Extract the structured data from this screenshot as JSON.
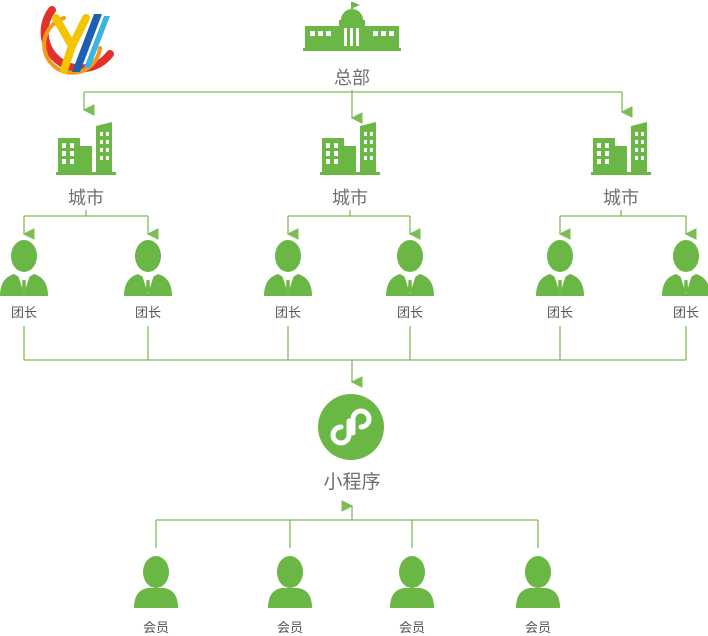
{
  "colors": {
    "accent": "#6ab745",
    "line": "#7cbd56",
    "text": "#6f6f6f",
    "logo_red": "#e0322c",
    "logo_yellow": "#f5c400",
    "logo_blue": "#1d5fb0"
  },
  "icons": {
    "logo": "brand-logo-icon",
    "headquarters": "government-building-icon",
    "city": "city-buildings-icon",
    "leader": "person-with-tie-icon",
    "miniprogram": "mini-program-icon",
    "member": "person-icon"
  },
  "headquarters": {
    "label": "总部"
  },
  "cities": [
    {
      "label": "城市",
      "leaders": [
        {
          "label": "团长"
        },
        {
          "label": "团长"
        }
      ]
    },
    {
      "label": "城市",
      "leaders": [
        {
          "label": "团长"
        },
        {
          "label": "团长"
        }
      ]
    },
    {
      "label": "城市",
      "leaders": [
        {
          "label": "团长"
        },
        {
          "label": "团长"
        }
      ]
    }
  ],
  "miniprogram": {
    "label": "小程序"
  },
  "members": [
    {
      "label": "会员"
    },
    {
      "label": "会员"
    },
    {
      "label": "会员"
    },
    {
      "label": "会员"
    }
  ]
}
